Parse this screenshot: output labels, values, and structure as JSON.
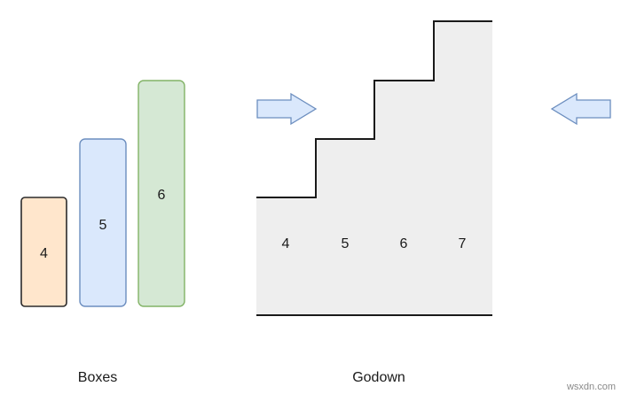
{
  "boxes": {
    "caption": "Boxes",
    "items": [
      {
        "label": "4",
        "fill": "#ffe6cc",
        "stroke": "#2b2b2b"
      },
      {
        "label": "5",
        "fill": "#dae8fc",
        "stroke": "#6c8ebf"
      },
      {
        "label": "6",
        "fill": "#d5e8d4",
        "stroke": "#82b366"
      }
    ]
  },
  "godown": {
    "caption": "Godown",
    "fill": "#eeeeee",
    "stroke": "#1a1a1a",
    "slots": [
      "4",
      "5",
      "6",
      "7"
    ]
  },
  "arrows": {
    "fill": "#dae8fc",
    "stroke": "#6c8ebf",
    "left_icon": "arrow-right-icon",
    "right_icon": "arrow-left-icon"
  },
  "watermark": "wsxdn.com"
}
